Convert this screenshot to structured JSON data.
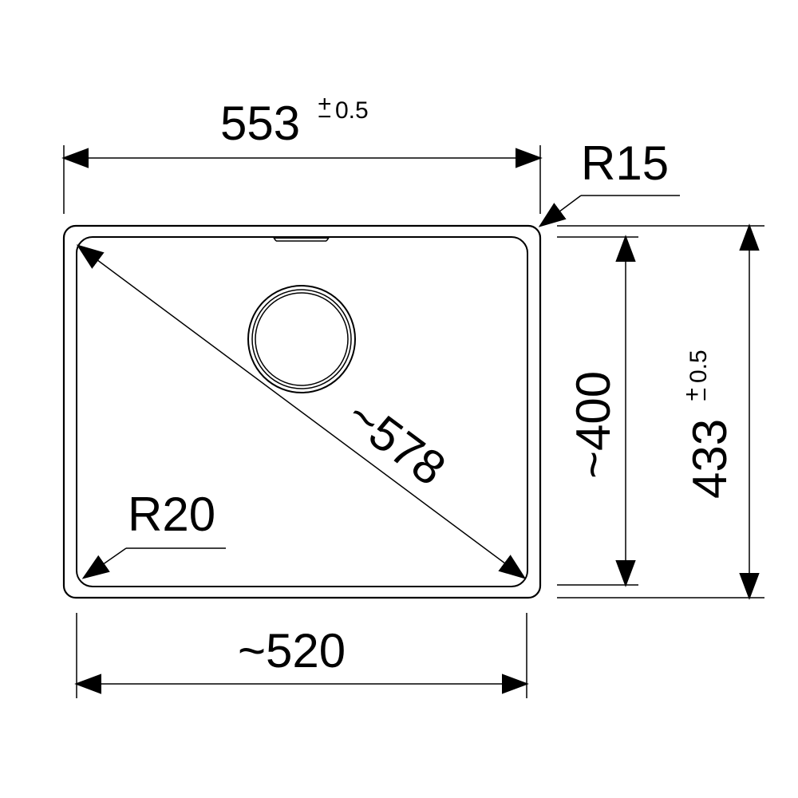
{
  "drawing": {
    "line_color": "#000000",
    "background": "#ffffff"
  },
  "dimensions": {
    "overall_width": {
      "value": "553",
      "tolerance": "0.5",
      "tol_sign_top": "+",
      "tol_sign_bottom": "−"
    },
    "overall_height": {
      "value": "433",
      "tolerance": "0.5",
      "tol_sign_top": "+",
      "tol_sign_bottom": "−"
    },
    "inner_width": {
      "label": "~520"
    },
    "inner_height": {
      "label": "~400"
    },
    "diagonal": {
      "label": "~578"
    },
    "outer_radius": {
      "label": "R15"
    },
    "inner_radius": {
      "label": "R20"
    }
  }
}
